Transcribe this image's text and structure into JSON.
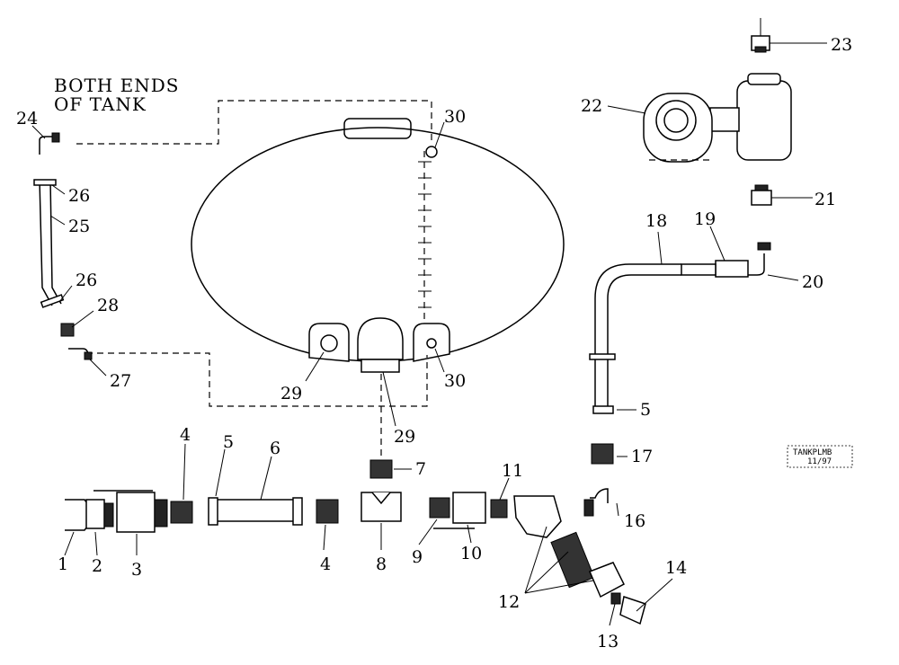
{
  "note": {
    "line1": "BOTH ENDS",
    "line2": "OF TANK"
  },
  "stamp": {
    "line1": "TANKPLMB",
    "line2": "11/97"
  },
  "callouts": [
    "1",
    "2",
    "3",
    "4",
    "4",
    "5",
    "5",
    "6",
    "7",
    "8",
    "9",
    "10",
    "11",
    "12",
    "13",
    "14",
    "16",
    "17",
    "18",
    "19",
    "20",
    "21",
    "22",
    "23",
    "24",
    "25",
    "26",
    "26",
    "27",
    "28",
    "29",
    "29",
    "30",
    "30"
  ]
}
